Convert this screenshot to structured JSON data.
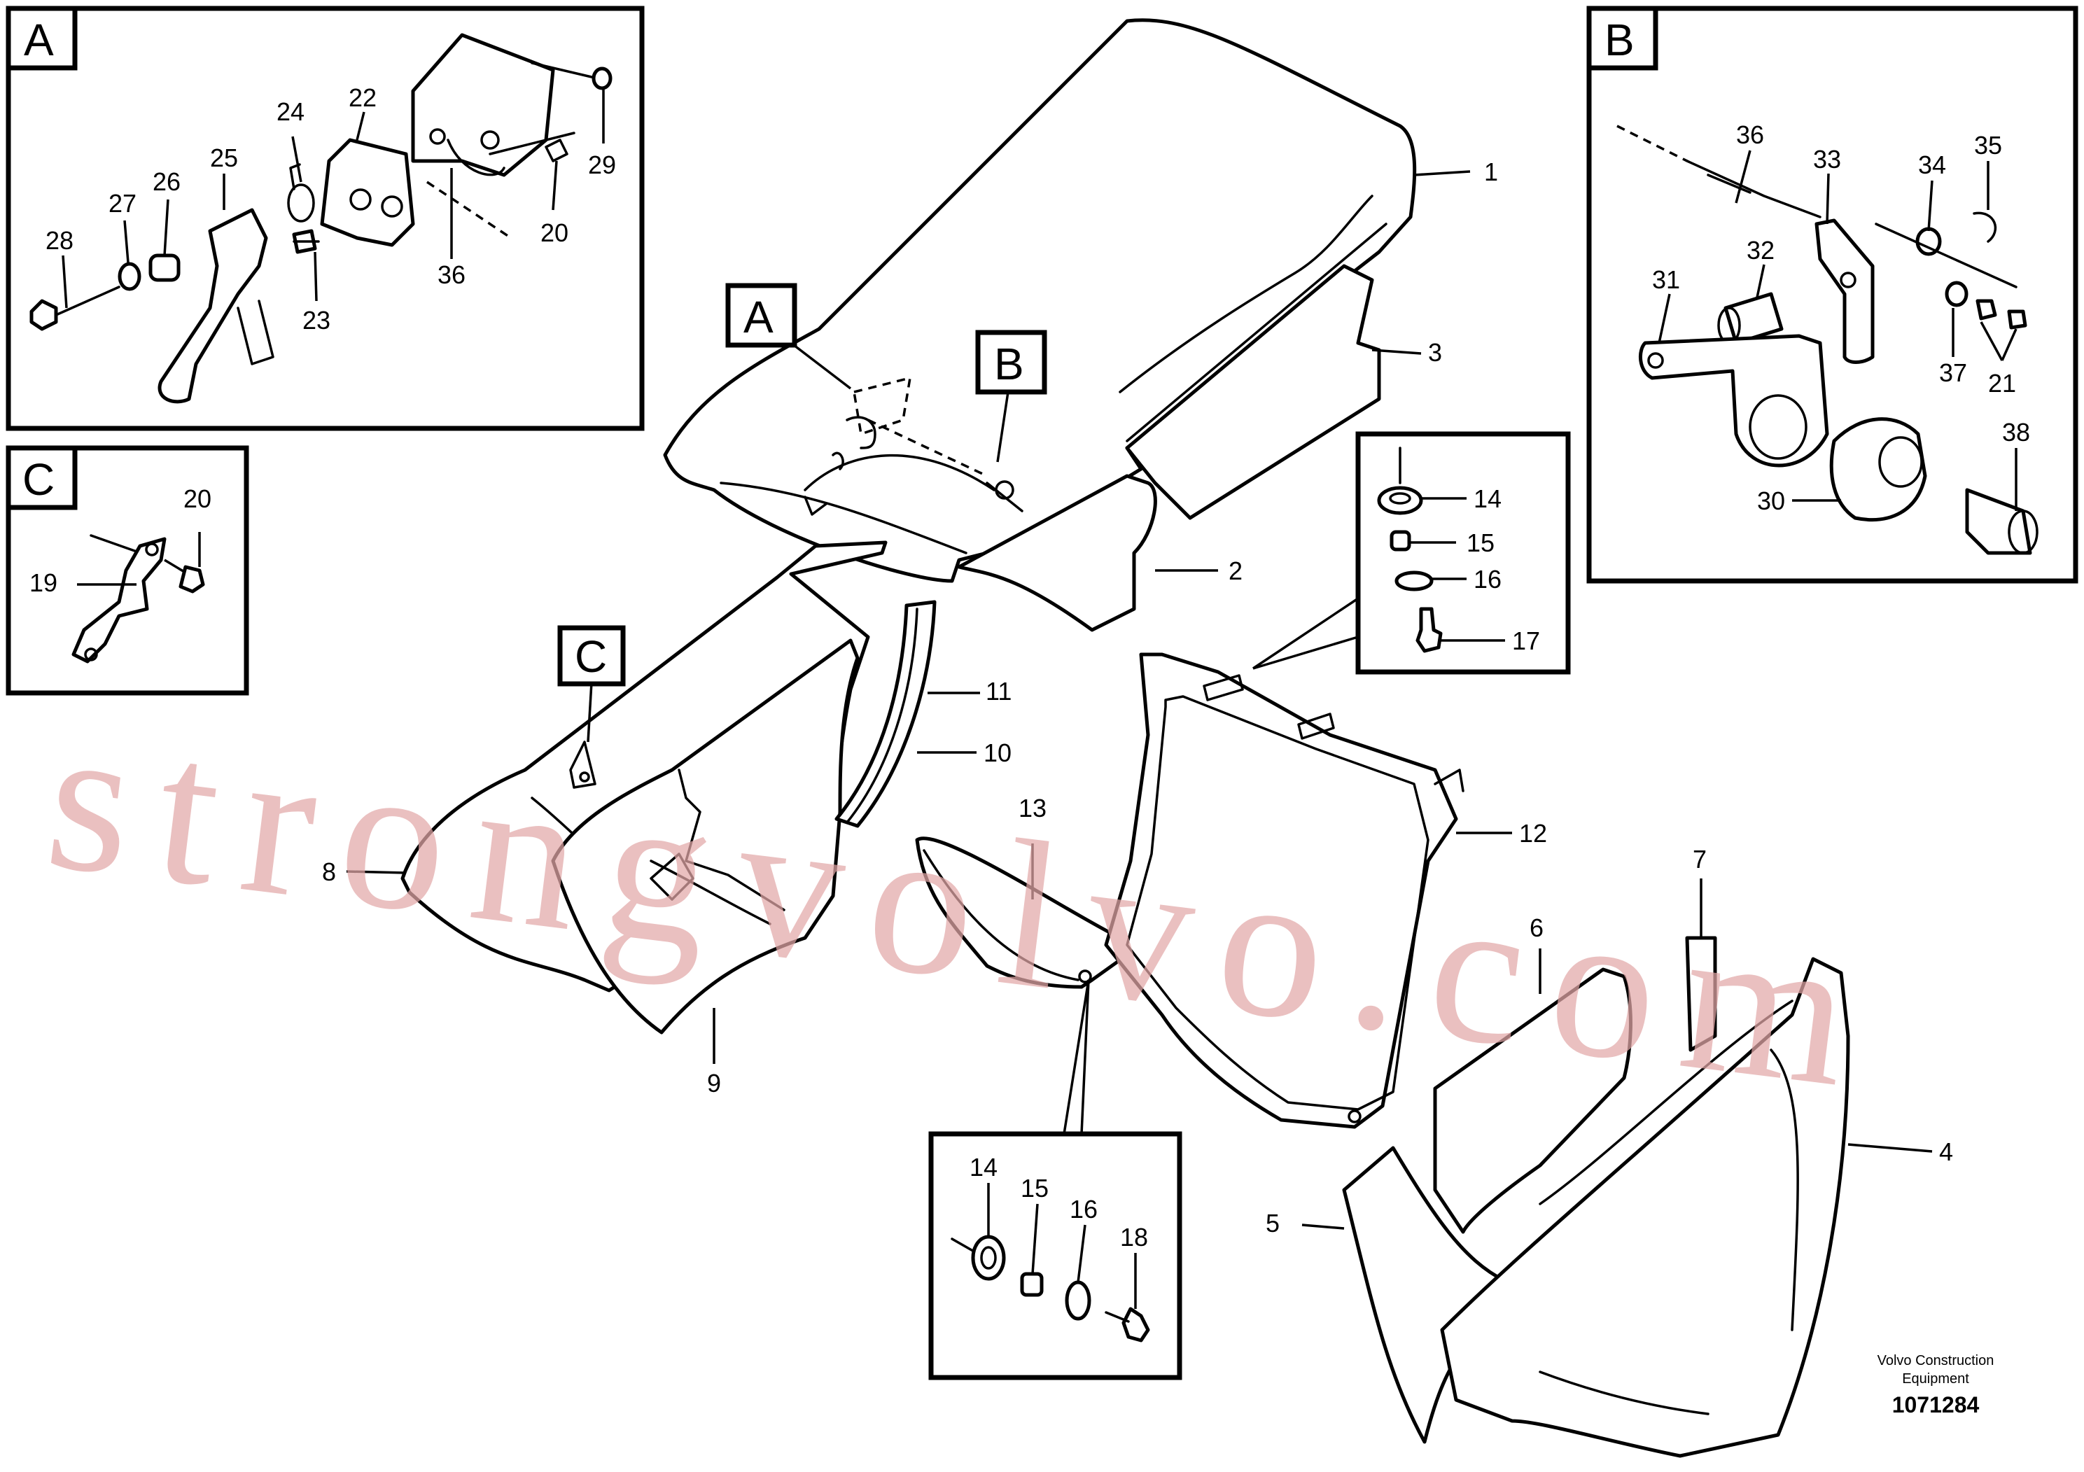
{
  "callouts": [
    "1",
    "2",
    "3",
    "4",
    "5",
    "6",
    "7",
    "8",
    "9",
    "10",
    "11",
    "12",
    "13"
  ],
  "detail_tags": [
    "A",
    "B",
    "C"
  ],
  "detail_a": {
    "tag": "A",
    "labels": [
      "24",
      "22",
      "25",
      "26",
      "27",
      "28",
      "23",
      "29",
      "20",
      "36"
    ]
  },
  "detail_b": {
    "tag": "B",
    "labels": [
      "36",
      "33",
      "34",
      "35",
      "32",
      "31",
      "37",
      "21",
      "38",
      "30"
    ]
  },
  "detail_c": {
    "tag": "C",
    "labels": [
      "20",
      "19"
    ]
  },
  "mount_top": {
    "labels": [
      "14",
      "15",
      "16",
      "17"
    ]
  },
  "mount_bottom": {
    "labels": [
      "14",
      "15",
      "16",
      "18"
    ]
  },
  "watermark": "strongvolvo.com",
  "footer": {
    "brand_line1": "Volvo Construction",
    "brand_line2": "Equipment",
    "code": "1071284"
  }
}
